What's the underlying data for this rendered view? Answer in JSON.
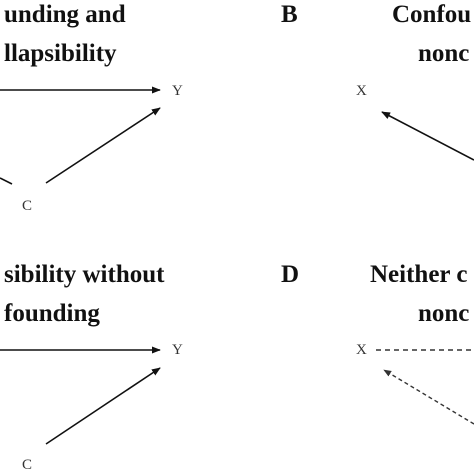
{
  "panels": {
    "a": {
      "title_line1": "unding and",
      "title_line2": "llapsibility",
      "nodes": {
        "y": "Y",
        "c": "C"
      }
    },
    "b": {
      "letter": "B",
      "title_line1": "Confou",
      "title_line2": "nonc",
      "nodes": {
        "x": "X"
      }
    },
    "c": {
      "title_line1": "sibility without",
      "title_line2": "founding",
      "nodes": {
        "y": "Y",
        "c": "C"
      }
    },
    "d": {
      "letter": "D",
      "title_line1": "Neither c",
      "title_line2": "nonc",
      "nodes": {
        "x": "X"
      }
    }
  },
  "colors": {
    "text": "#111111",
    "edge": "#111111",
    "node": "#333333"
  }
}
